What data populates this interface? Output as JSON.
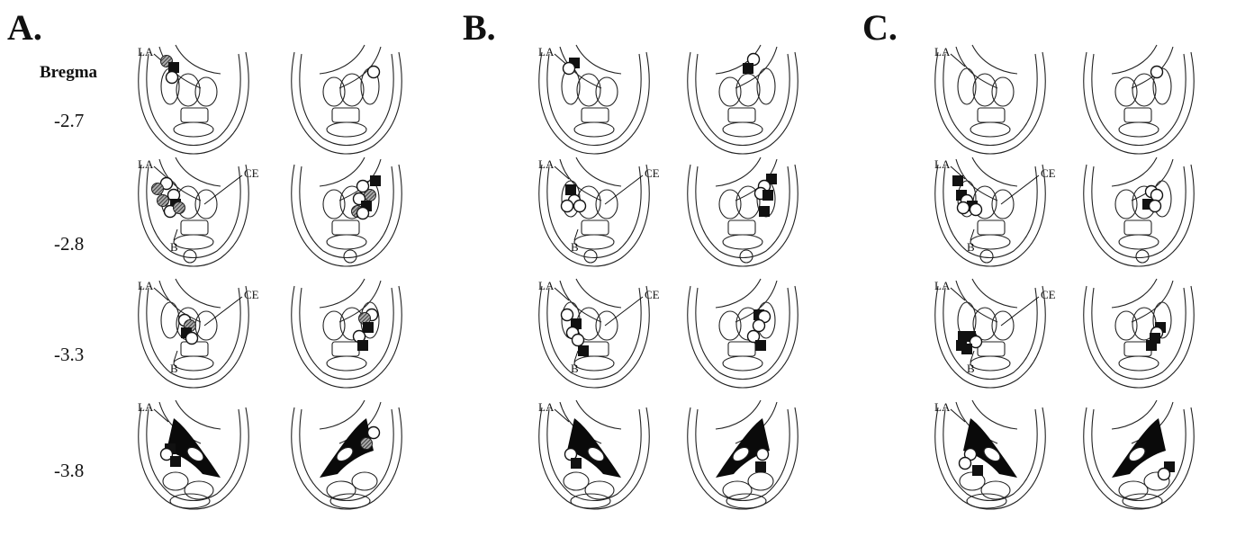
{
  "panels": [
    {
      "letter": "A."
    },
    {
      "letter": "B."
    },
    {
      "letter": "C."
    }
  ],
  "bregma": {
    "title": "Bregma",
    "levels": [
      "-2.7",
      "-2.8",
      "-3.3",
      "-3.8"
    ]
  },
  "regions": {
    "lateral_amygdala": "LA",
    "central_amygdala": "CE",
    "basal_amygdala": "B"
  },
  "colors": {
    "open_marker": "#ffffff",
    "filled_marker": "#111111",
    "hatched_marker": "#555555",
    "line": "#222222"
  }
}
